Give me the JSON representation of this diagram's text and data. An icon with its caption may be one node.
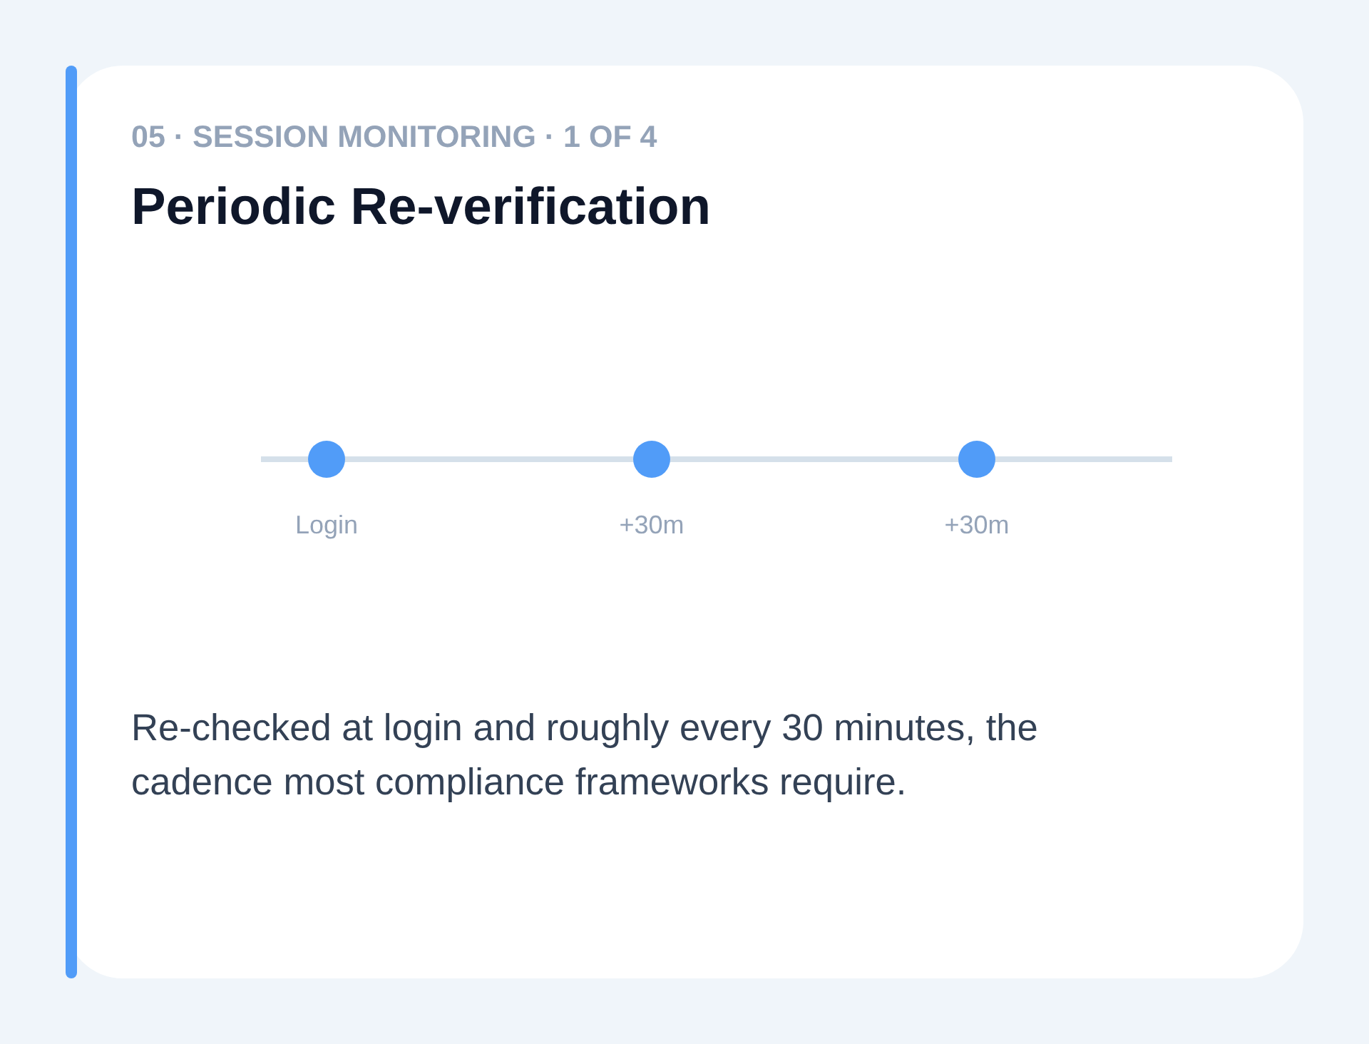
{
  "diagram": {
    "title": "Periodic Re-verification",
    "caption": "Re-checked at login and roughly every 30 minutes, the cadence most compliance frameworks require.",
    "nodes": [
      {
        "text": [],
        "shape": "circle",
        "beside": [
          "Login"
        ]
      },
      {
        "text": [],
        "shape": "circle",
        "beside": [
          "+30m"
        ]
      },
      {
        "text": [],
        "shape": "circle",
        "beside": [
          "+30m"
        ]
      }
    ],
    "labels": [
      "05 · SESSION MONITORING · 1 OF 4"
    ]
  }
}
